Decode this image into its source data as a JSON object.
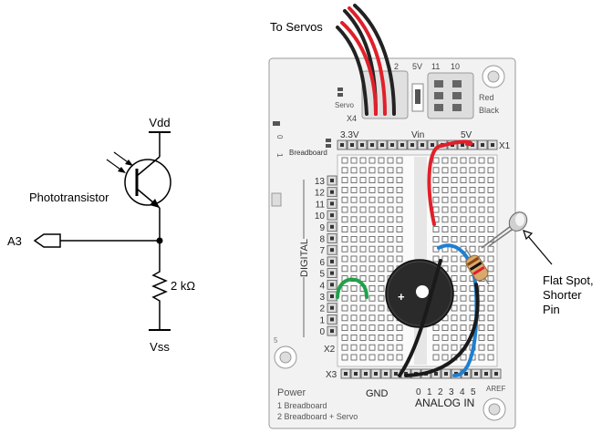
{
  "schematic": {
    "vdd": "Vdd",
    "vss": "Vss",
    "component": "Phototransistor",
    "input": "A3",
    "resistor": "2 kΩ"
  },
  "board": {
    "to_servos": "To Servos",
    "servo_x4": "X4",
    "servo_label": "Servo",
    "servo_num_2": "2",
    "volt_5v": "5V",
    "pin_11": "11",
    "pin_10": "10",
    "red": "Red",
    "black": "Black",
    "header_33v": "3.3V",
    "header_vin": "Vin",
    "header_5v": "5V",
    "header_x1": "X1",
    "breadboard_label": "Breadboard",
    "digital": "DIGITAL",
    "digital_pins": [
      "13",
      "12",
      "11",
      "10",
      "9",
      "8",
      "7",
      "6",
      "5",
      "4",
      "3",
      "2",
      "1",
      "0"
    ],
    "x2": "X2",
    "x3": "X3",
    "gnd": "GND",
    "analog_in": "ANALOG IN",
    "analog_pins": [
      "0",
      "1",
      "2",
      "3",
      "4",
      "5"
    ],
    "aref": "AREF",
    "power": "Power",
    "power_1": "1 Breadboard",
    "power_2": "2 Breadboard + Servo",
    "switch_0": "0",
    "switch_1": "1",
    "switch_5": "5",
    "flat_spot": [
      "Flat Spot,",
      "Shorter",
      "Pin"
    ]
  },
  "colors": {
    "red_wire": "#e0202a",
    "blue_wire": "#1f7fd0",
    "green_wire": "#22a04a",
    "black": "#1a1a1a",
    "board": "#f2f2f2",
    "hole": "#333333"
  }
}
